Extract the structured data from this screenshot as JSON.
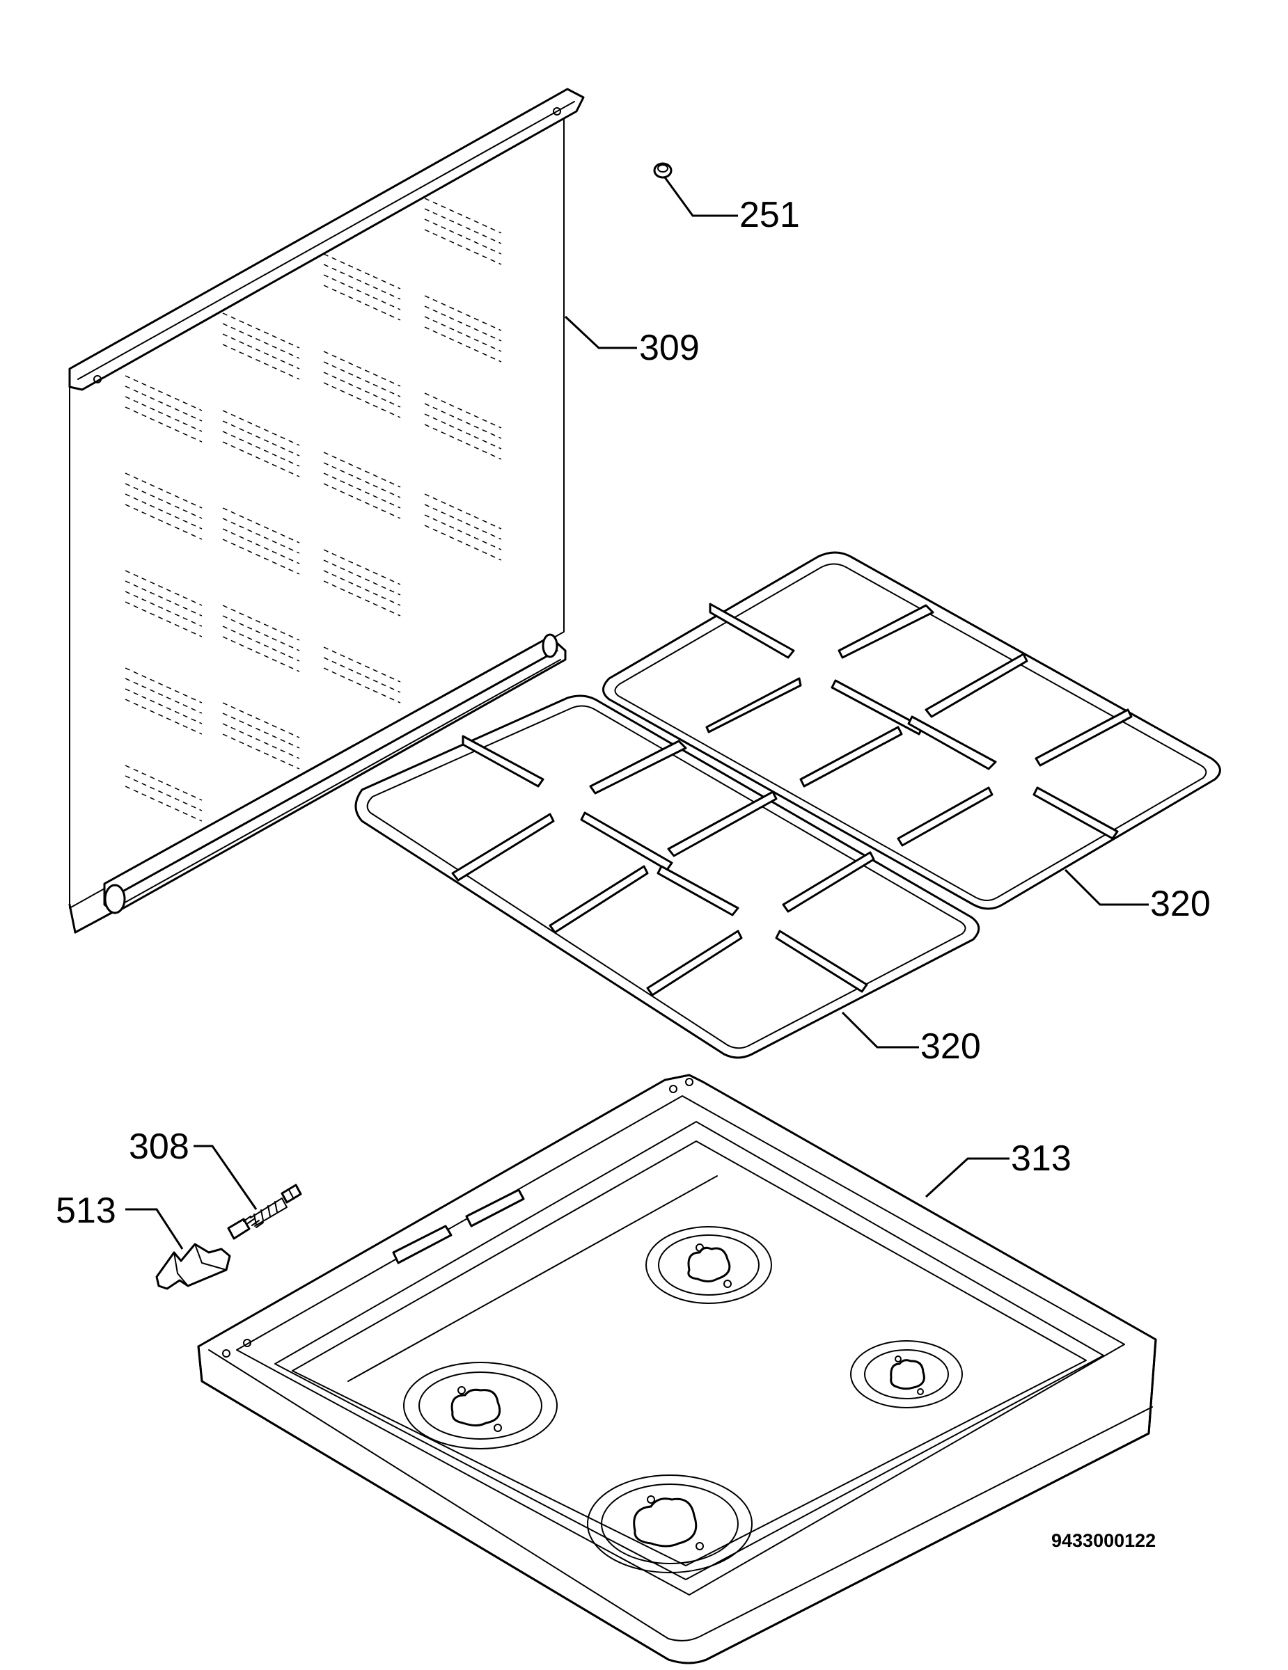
{
  "callouts": {
    "c251": "251",
    "c309": "309",
    "c320a": "320",
    "c320b": "320",
    "c308": "308",
    "c513": "513",
    "c313": "313"
  },
  "drawing_code": "9433000122"
}
